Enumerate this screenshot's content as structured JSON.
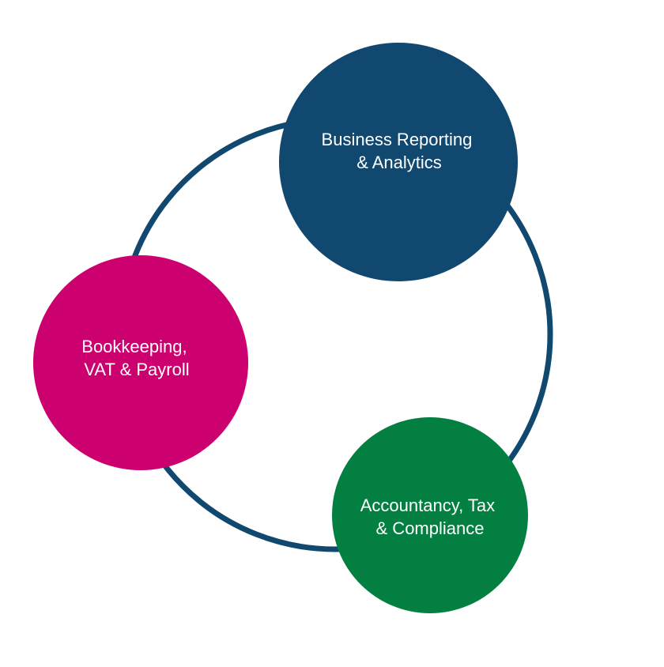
{
  "diagram": {
    "colors": {
      "ring": "#114870",
      "background": "#ffffff",
      "label_text": "#ffffff"
    },
    "nodes": [
      {
        "id": "business-reporting",
        "line1": "Business Reporting",
        "line2": "& Analytics",
        "color": "#114870"
      },
      {
        "id": "bookkeeping",
        "line1": "Bookkeeping,",
        "line2": "VAT & Payroll",
        "color": "#cc006e"
      },
      {
        "id": "accountancy",
        "line1": "Accountancy, Tax",
        "line2": "& Compliance",
        "color": "#037f42"
      }
    ]
  }
}
